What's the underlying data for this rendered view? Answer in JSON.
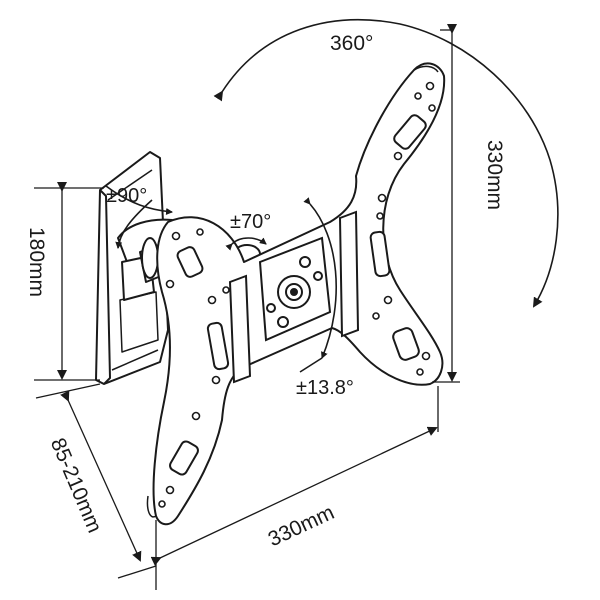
{
  "labels": {
    "rotation": "360°",
    "height_right": "330mm",
    "width_bottom": "330mm",
    "height_left": "180mm",
    "depth": "85-210mm",
    "swivel": "±90°",
    "tilt": "±70°",
    "level": "±13.8°"
  },
  "colors": {
    "stroke": "#1a1a1a",
    "fill": "#ffffff"
  }
}
